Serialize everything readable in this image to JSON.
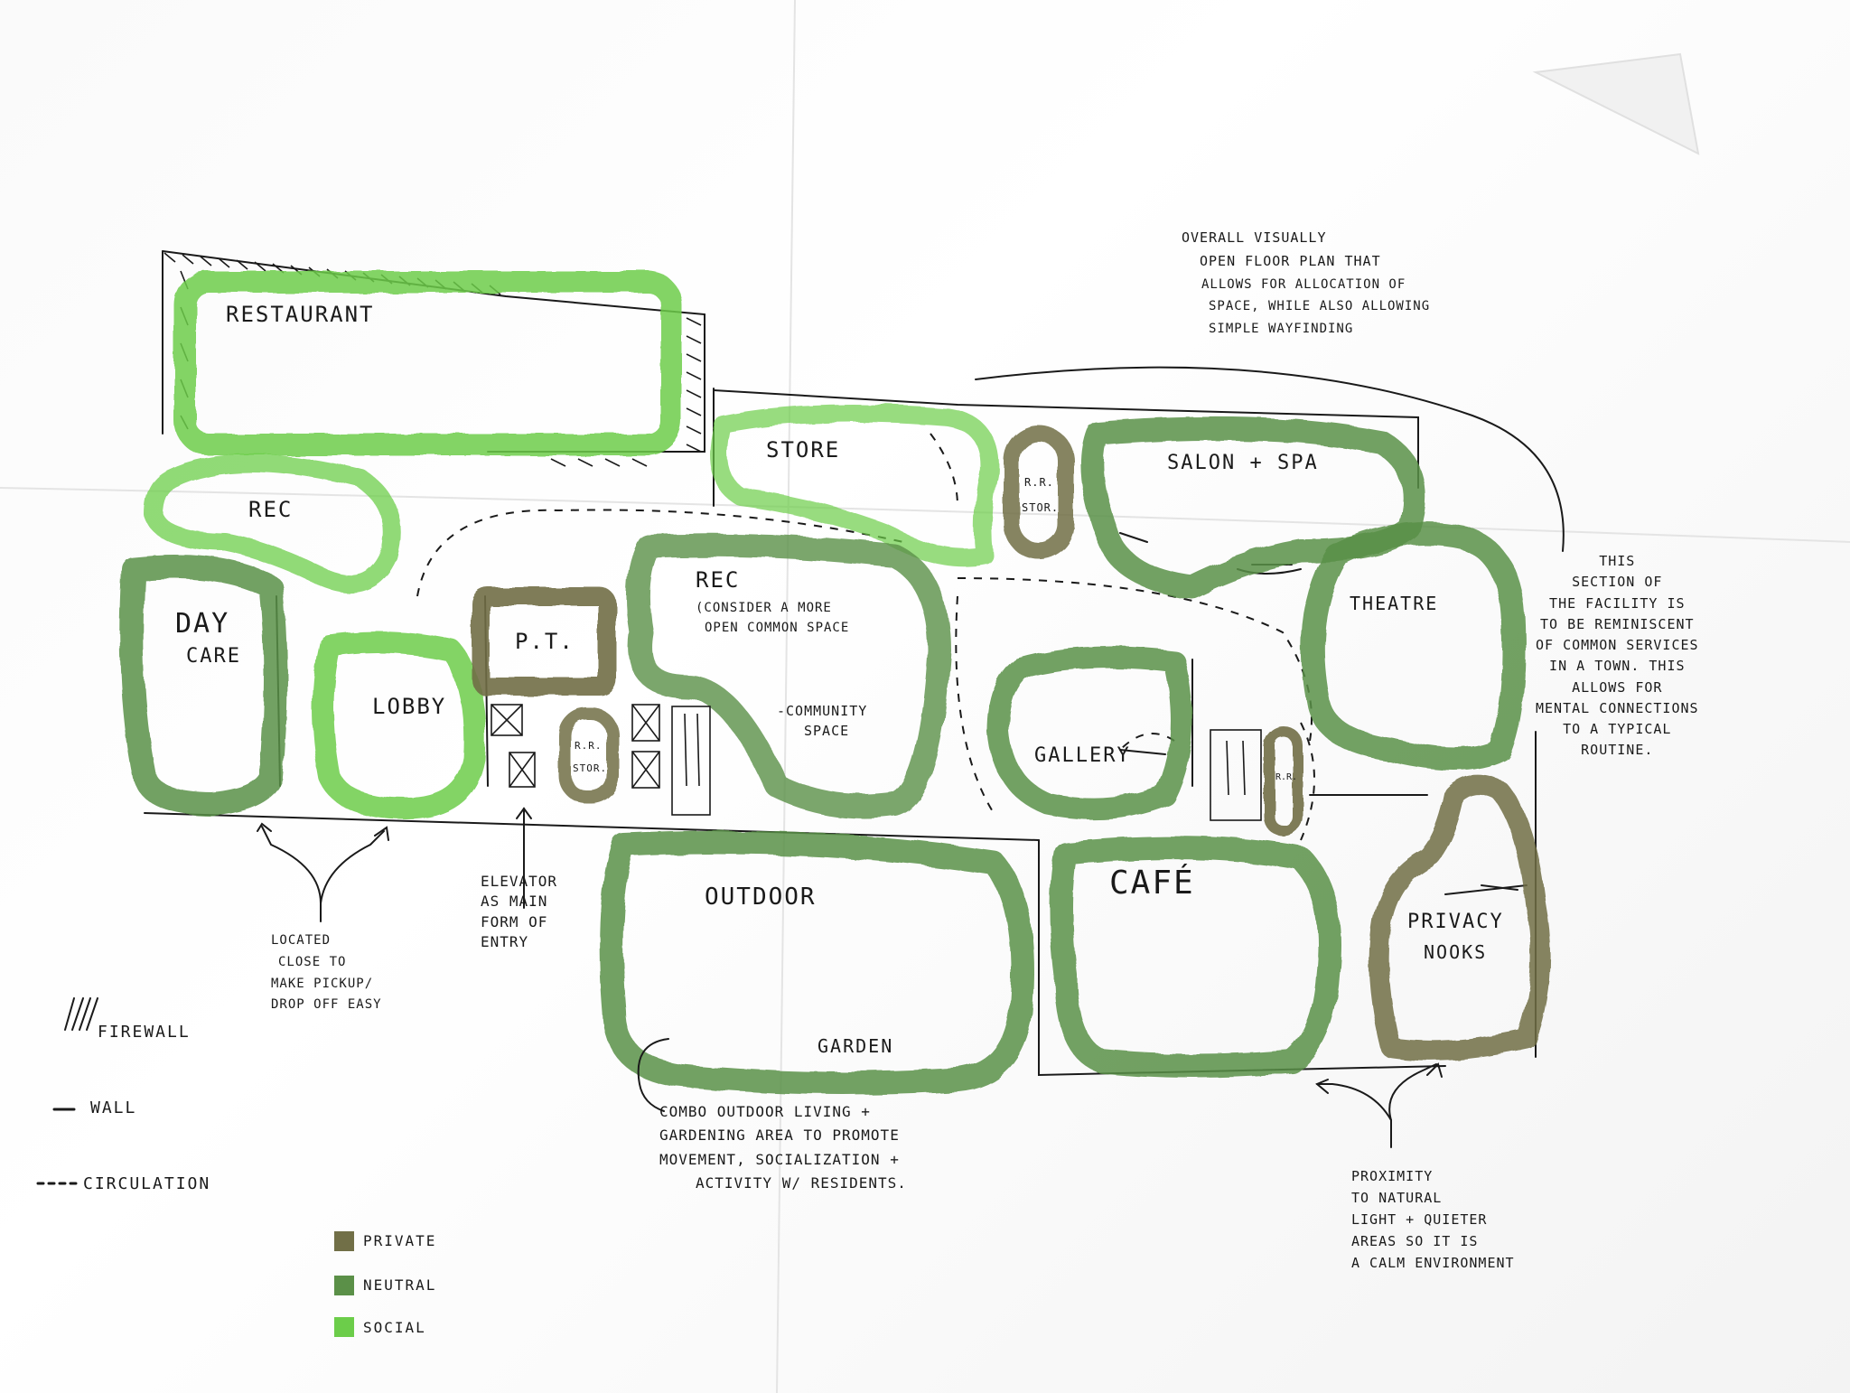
{
  "colors": {
    "private": "#716f47",
    "neutral": "#5b9048",
    "social": "#6ccd4a",
    "ink": "#1a1a1a",
    "paper": "#ffffff"
  },
  "rooms": {
    "restaurant": "Restaurant",
    "rec_top": "Rec",
    "day_care_1": "Day",
    "day_care_2": "Care",
    "lobby": "Lobby",
    "pt": "P.T.",
    "rr_stor_left_1": "R.R.",
    "rr_stor_left_2": "Stor.",
    "rec_main": "Rec",
    "store": "Store",
    "rr_stor_top_1": "R.R.",
    "rr_stor_top_2": "Stor.",
    "salon_spa": "Salon + Spa",
    "theatre": "Theatre",
    "gallery": "Gallery",
    "rr_right": "R.R.",
    "outdoor": "Outdoor",
    "garden": "Garden",
    "cafe": "Café",
    "privacy_nooks_1": "Privacy",
    "privacy_nooks_2": "Nooks"
  },
  "rec_notes": {
    "line1": "(Consider a more",
    "line2": "open common space",
    "community_1": "-Community",
    "community_2": "space"
  },
  "notes": {
    "overall": [
      "Overall visually",
      "open floor plan that",
      "allows for allocation of",
      "space, while also allowing",
      "simple wayfinding"
    ],
    "section": [
      "This",
      "section of",
      "the facility is",
      "to be reminiscent",
      "of common services",
      "in a town. This",
      "allows for",
      "mental connections",
      "to a typical",
      "routine."
    ],
    "located": [
      "Located",
      "close to",
      "make pickup/",
      "drop off easy"
    ],
    "elevator": [
      "Elevator",
      "as main",
      "form of",
      "entry"
    ],
    "combo": [
      "Combo outdoor living +",
      "gardening area to promote",
      "movement, socialization +",
      "activity w/ residents."
    ],
    "proximity": [
      "Proximity",
      "to natural",
      "light + quieter",
      "areas so it is",
      "a calm environment"
    ]
  },
  "legend": {
    "firewall": "Firewall",
    "wall": "Wall",
    "circulation": "Circulation",
    "private": "Private",
    "neutral": "Neutral",
    "social": "Social"
  }
}
